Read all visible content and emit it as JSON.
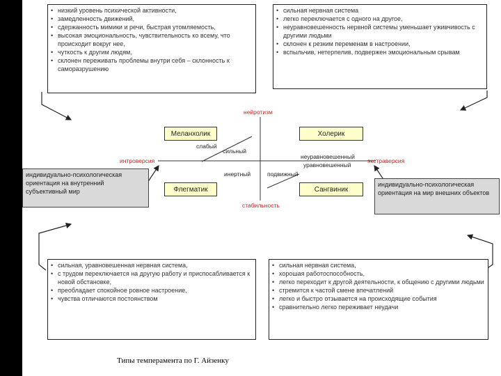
{
  "melancholic": {
    "label": "Меланхолик",
    "traits": [
      "низкий уровень психической активности,",
      "замедленность движений,",
      "сдержанность мимики и речи, быстрая утомляемость,",
      "высокая эмоциональность, чувствительность ко всему, что происходит вокруг нее,",
      "чуткость к другим людям,",
      "склонен переживать проблемы внутри себя – склонность к саморазрушению"
    ]
  },
  "choleric": {
    "label": "Холерик",
    "traits": [
      "сильная нервная система",
      "легко переключается с одного на другое,",
      "неуравновешенность нервной системы уменьшает уживчивость с другими людьми",
      "склонен к резким переменам в настроении,",
      "вспыльчив, нетерпелив, подвержен эмоциональным срывам"
    ]
  },
  "phlegmatic": {
    "label": "Флегматик",
    "traits": [
      "сильная, уравновешенная нервная система,",
      "с трудом переключается на другую работу и приспосабливается к новой обстановке,",
      "преобладает спокойное ровное настроение,",
      "чувства отличаются постоянством"
    ]
  },
  "sanguine": {
    "label": "Сангвиник",
    "traits": [
      "сильная нервная система,",
      "хорошая работоспособность,",
      "легко переходит к другой деятельности, к общению с другими людьми",
      "стремится к частой смене впечатлений",
      "легко и быстро отзывается на происходящие события",
      "сравнительно легко переживает неудачи"
    ]
  },
  "axes": {
    "top": "нейротизм",
    "bottom": "стабильность",
    "left": "интроверсия",
    "right": "экстраверсия"
  },
  "diagonal": {
    "weak": "слабый",
    "strong": "сильный",
    "inert": "инертный",
    "mobile": "подвижный",
    "unbalanced": "неуравновешенный",
    "balanced": "уравновешенный"
  },
  "side_left": "индивидуально-психологическая ориентация на внутренний субъективный мир",
  "side_right": "индивидуально-психологическая ориентация на мир внешних объектов",
  "caption": "Типы темперамента по Г. Айзенку"
}
